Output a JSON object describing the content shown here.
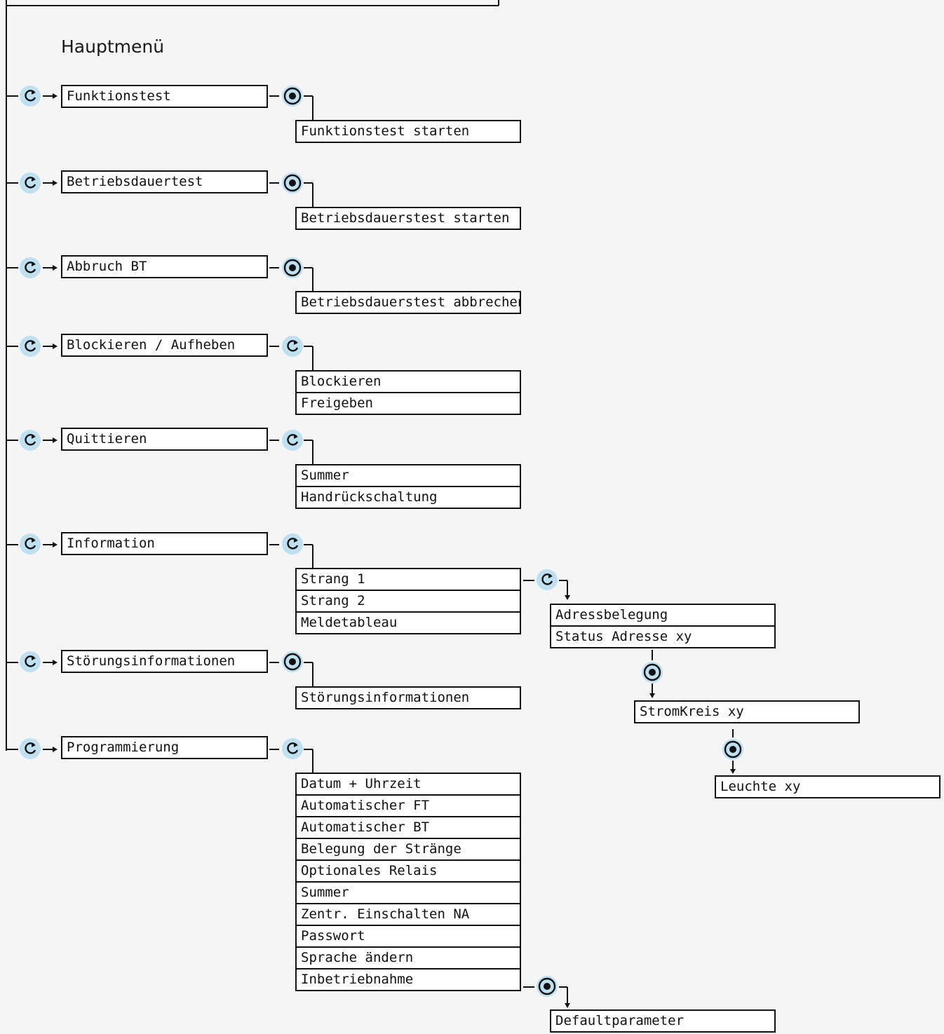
{
  "title": "Hauptmenü",
  "colors": {
    "button_fill": "#bfe0f0",
    "line": "#111111",
    "box_fill": "#ffffff"
  },
  "icons": {
    "rotate": "rotate-icon",
    "select": "select-icon"
  },
  "menu": [
    {
      "label": "Funktionstest",
      "action": "select",
      "items": [
        "Funktionstest starten"
      ]
    },
    {
      "label": "Betriebsdauertest",
      "action": "select",
      "items": [
        "Betriebsdauerstest starten"
      ]
    },
    {
      "label": "Abbruch BT",
      "action": "select",
      "items": [
        "Betriebsdauerstest abbrechen"
      ]
    },
    {
      "label": "Blockieren / Aufheben",
      "action": "rotate",
      "items": [
        "Blockieren",
        "Freigeben"
      ]
    },
    {
      "label": "Quittieren",
      "action": "rotate",
      "items": [
        "Summer",
        "Handrückschaltung"
      ]
    },
    {
      "label": "Information",
      "action": "rotate",
      "items": [
        "Strang 1",
        "Strang 2",
        "Meldetableau"
      ]
    },
    {
      "label": "Störungsinformationen",
      "action": "select",
      "items": [
        "Störungsinformationen"
      ]
    },
    {
      "label": "Programmierung",
      "action": "rotate",
      "items": [
        "Datum + Uhrzeit",
        "Automatischer FT",
        "Automatischer BT",
        "Belegung der Stränge",
        "Optionales Relais",
        "Summer",
        "Zentr. Einschalten NA",
        "Passwort",
        "Sprache ändern",
        "Inbetriebnahme"
      ]
    }
  ],
  "information_submenu": {
    "action": "rotate",
    "items": [
      "Adressbelegung",
      "Status Adresse xy"
    ],
    "level2": {
      "action": "select",
      "label": "StromKreis xy"
    },
    "level3": {
      "action": "select",
      "label": "Leuchte xy"
    }
  },
  "programmierung_submenu": {
    "action": "select",
    "items": [
      "Defaultparameter"
    ]
  }
}
